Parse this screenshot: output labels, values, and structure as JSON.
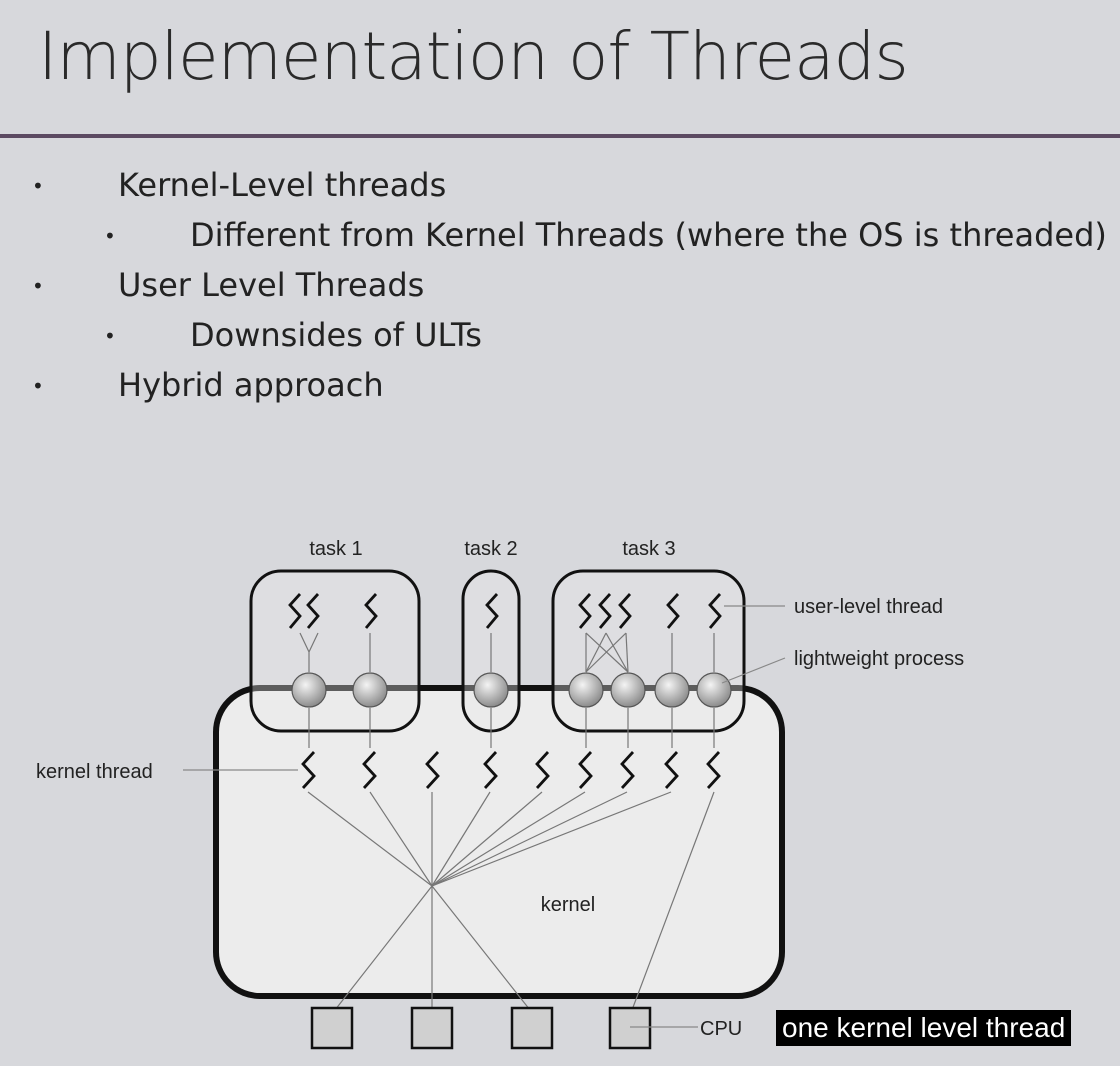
{
  "slide": {
    "title": "Implementation of Threads",
    "bullets": [
      {
        "text": "Kernel-Level threads",
        "level": 1
      },
      {
        "text": "Different from Kernel Threads (where the OS is threaded)",
        "level": 2
      },
      {
        "text": "User Level Threads",
        "level": 1
      },
      {
        "text": "Downsides of ULTs",
        "level": 2
      },
      {
        "text": "Hybrid approach",
        "level": 1
      }
    ]
  },
  "diagram": {
    "task_labels": [
      "task 1",
      "task 2",
      "task 3"
    ],
    "labels": {
      "user_level_thread": "user-level thread",
      "lightweight_process": "lightweight process",
      "kernel_thread": "kernel thread",
      "kernel": "kernel",
      "cpu": "CPU"
    }
  },
  "caption": "one kernel level thread"
}
